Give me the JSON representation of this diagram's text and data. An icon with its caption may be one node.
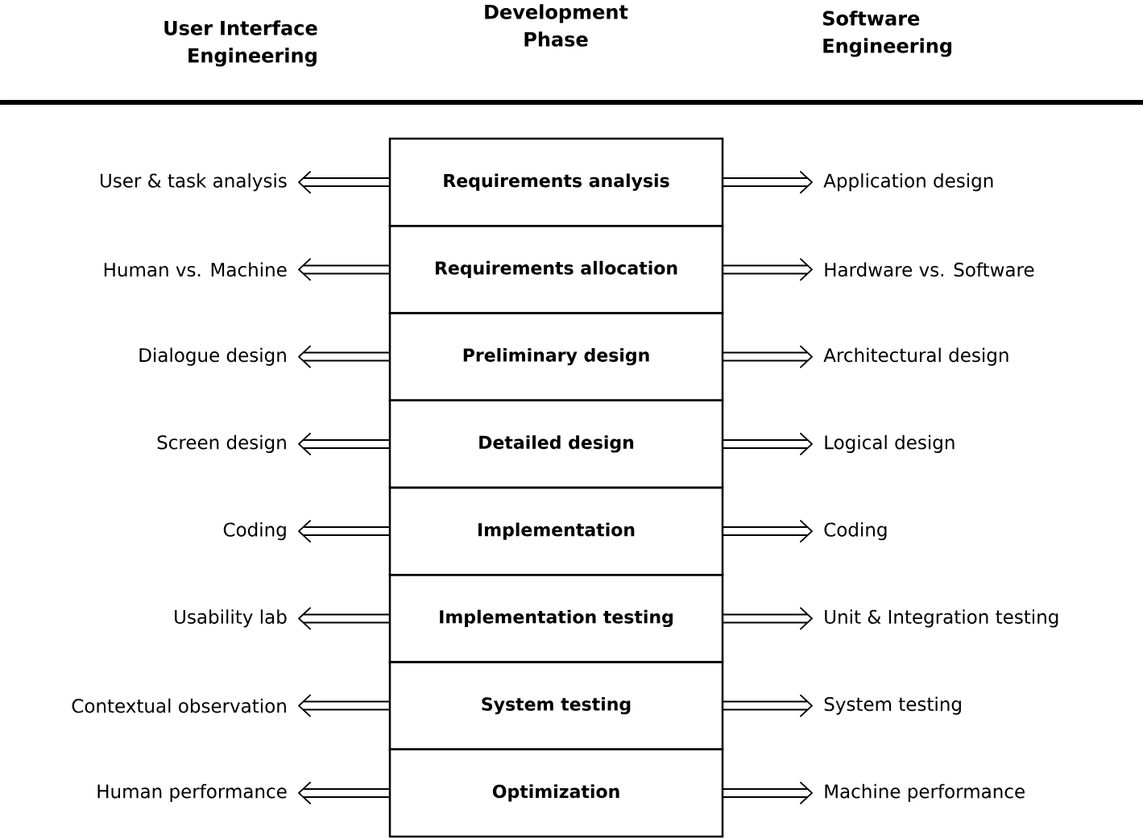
{
  "diagram": {
    "nodes": [
      {
        "text": [
          "Requirements analysis"
        ]
      },
      {
        "text": [
          "Requirements allocation"
        ]
      },
      {
        "text": [
          "Preliminary design"
        ]
      },
      {
        "text": [
          "Detailed design"
        ]
      },
      {
        "text": [
          "Implementation"
        ]
      },
      {
        "text": [
          "Implementation testing"
        ]
      },
      {
        "text": [
          "System testing"
        ]
      },
      {
        "text": [
          "Optimization"
        ]
      },
      {
        "text": [
          "User & task analysis"
        ]
      },
      {
        "text": [
          "Human vs. Machine"
        ]
      },
      {
        "text": [
          "Dialogue design"
        ]
      },
      {
        "text": [
          "Screen design"
        ]
      },
      {
        "text": [
          "Coding"
        ]
      },
      {
        "text": [
          "Usability lab"
        ]
      },
      {
        "text": [
          "Contextual observation"
        ]
      },
      {
        "text": [
          "Human performance"
        ]
      },
      {
        "text": [
          "Application design"
        ]
      },
      {
        "text": [
          "Hardware vs. Software"
        ]
      },
      {
        "text": [
          "Architectural design"
        ]
      },
      {
        "text": [
          "Logical design"
        ]
      },
      {
        "text": [
          "Coding"
        ]
      },
      {
        "text": [
          "Unit & Integration testing"
        ]
      },
      {
        "text": [
          "System testing"
        ]
      },
      {
        "text": [
          "Machine performance"
        ]
      }
    ],
    "edges": [
      {
        "from": 0,
        "to": 8,
        "arrow": "to"
      },
      {
        "from": 0,
        "to": 16,
        "arrow": "to"
      },
      {
        "from": 1,
        "to": 9,
        "arrow": "to"
      },
      {
        "from": 1,
        "to": 17,
        "arrow": "to"
      },
      {
        "from": 2,
        "to": 10,
        "arrow": "to"
      },
      {
        "from": 2,
        "to": 18,
        "arrow": "to"
      },
      {
        "from": 3,
        "to": 11,
        "arrow": "to"
      },
      {
        "from": 3,
        "to": 19,
        "arrow": "to"
      },
      {
        "from": 4,
        "to": 12,
        "arrow": "to"
      },
      {
        "from": 4,
        "to": 20,
        "arrow": "to"
      },
      {
        "from": 5,
        "to": 13,
        "arrow": "to"
      },
      {
        "from": 5,
        "to": 21,
        "arrow": "to"
      },
      {
        "from": 6,
        "to": 14,
        "arrow": "to"
      },
      {
        "from": 6,
        "to": 22,
        "arrow": "to"
      },
      {
        "from": 7,
        "to": 15,
        "arrow": "to"
      },
      {
        "from": 7,
        "to": 23,
        "arrow": "to"
      }
    ],
    "labels": [
      "User Interface Engineering",
      "Development Phase",
      "Software Engineering"
    ]
  }
}
